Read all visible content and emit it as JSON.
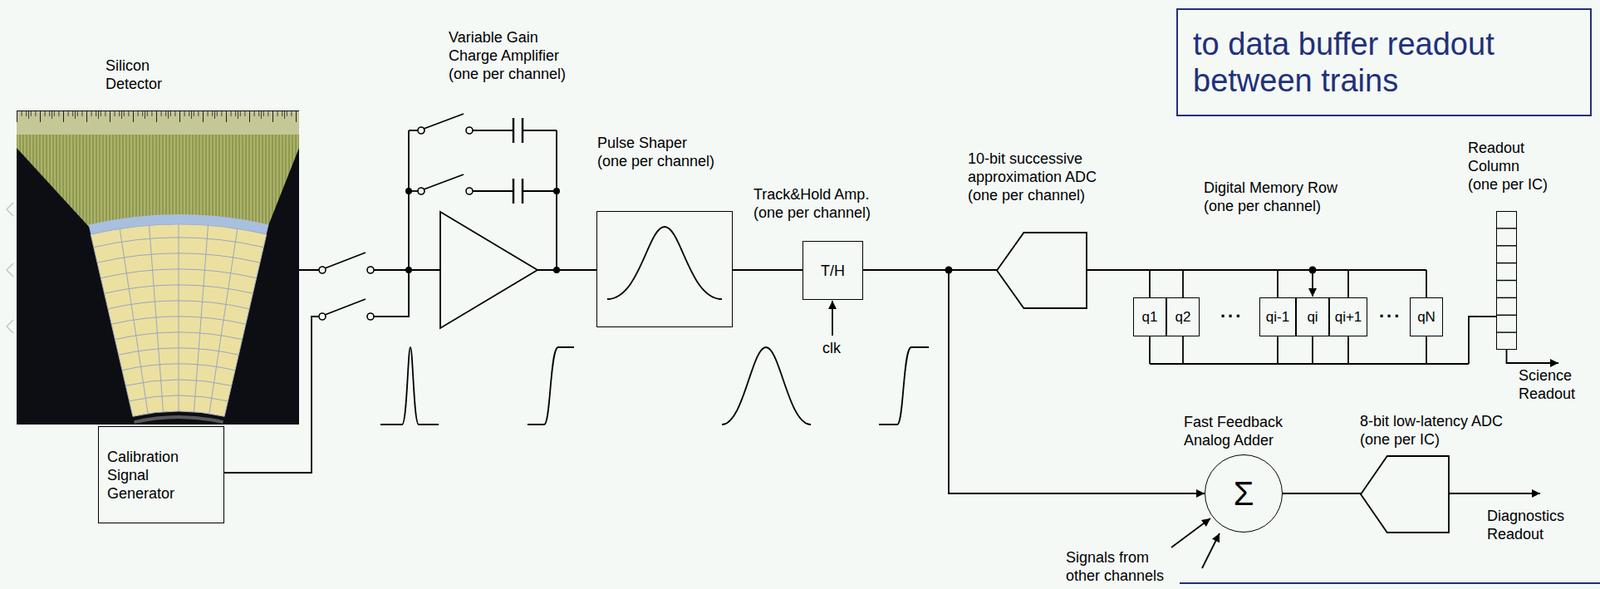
{
  "diagram": {
    "nodes": [
      {
        "text": [
          "Silicon Detector"
        ]
      },
      {
        "text": [
          "Calibration Signal Generator"
        ]
      },
      {
        "text": [
          "Variable Gain Charge Amplifier (one per channel)"
        ]
      },
      {
        "text": [
          "Pulse Shaper (one per channel)"
        ]
      },
      {
        "text": [
          "Track&Hold Amp. (one per channel)",
          "T/H"
        ]
      },
      {
        "text": [
          "10-bit successive approximation ADC (one per channel)"
        ]
      },
      {
        "text": [
          "Digital Memory Row (one per channel)"
        ]
      },
      {
        "text": [
          "q1"
        ],
        "in": 6
      },
      {
        "text": [
          "q2"
        ],
        "in": 6
      },
      {
        "text": [
          "qi-1"
        ],
        "in": 6
      },
      {
        "text": [
          "qi"
        ],
        "in": 6
      },
      {
        "text": [
          "qi+1"
        ],
        "in": 6
      },
      {
        "text": [
          "qN"
        ],
        "in": 6
      },
      {
        "text": [
          "Readout Column (one per IC)"
        ]
      },
      {
        "text": [
          "Fast Feedback Analog Adder",
          "Σ"
        ]
      },
      {
        "text": [
          "8-bit low-latency ADC (one per IC)"
        ]
      },
      {
        "text": [
          "to data buffer readout between trains"
        ]
      }
    ],
    "edges": [
      {
        "from": 0,
        "to": 2,
        "arrow": "none"
      },
      {
        "from": 1,
        "to": 2,
        "arrow": "none"
      },
      {
        "from": 2,
        "to": 3,
        "arrow": "none"
      },
      {
        "from": 3,
        "to": 4,
        "arrow": "none"
      },
      {
        "from": 4,
        "to": 5,
        "arrow": "none"
      },
      {
        "from": 4,
        "to": 14,
        "arrow": "to"
      },
      {
        "from": 5,
        "to": 6,
        "arrow": "none"
      },
      {
        "from": 6,
        "to": 13,
        "arrow": "none"
      },
      {
        "from": 14,
        "to": 15,
        "arrow": "none"
      }
    ],
    "labels": [
      "clk",
      "...",
      "...",
      "Science Readout",
      "Signals from other channels",
      "Diagnostics Readout"
    ]
  }
}
